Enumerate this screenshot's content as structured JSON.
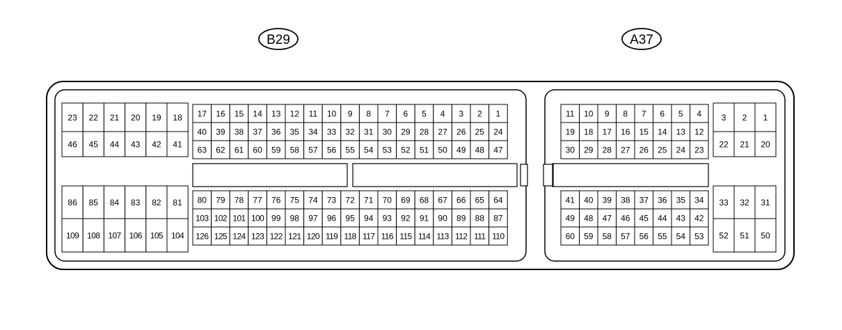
{
  "labels": {
    "left_connector": "B29",
    "right_connector": "A37"
  },
  "b29": {
    "left_top": [
      [
        "23",
        "22",
        "21",
        "20",
        "19",
        "18"
      ],
      [
        "46",
        "45",
        "44",
        "43",
        "42",
        "41"
      ]
    ],
    "left_bottom": [
      [
        "86",
        "85",
        "84",
        "83",
        "82",
        "81"
      ],
      [
        "109",
        "108",
        "107",
        "106",
        "105",
        "104"
      ]
    ],
    "main_top": [
      [
        "17",
        "16",
        "15",
        "14",
        "13",
        "12",
        "11",
        "10",
        "9",
        "8",
        "7",
        "6",
        "5",
        "4",
        "3",
        "2",
        "1"
      ],
      [
        "40",
        "39",
        "38",
        "37",
        "36",
        "35",
        "34",
        "33",
        "32",
        "31",
        "30",
        "29",
        "28",
        "27",
        "26",
        "25",
        "24"
      ],
      [
        "63",
        "62",
        "61",
        "60",
        "59",
        "58",
        "57",
        "56",
        "55",
        "54",
        "53",
        "52",
        "51",
        "50",
        "49",
        "48",
        "47"
      ]
    ],
    "main_bottom": [
      [
        "80",
        "79",
        "78",
        "77",
        "76",
        "75",
        "74",
        "73",
        "72",
        "71",
        "70",
        "69",
        "68",
        "67",
        "66",
        "65",
        "64"
      ],
      [
        "103",
        "102",
        "101",
        "100",
        "99",
        "98",
        "97",
        "96",
        "95",
        "94",
        "93",
        "92",
        "91",
        "90",
        "89",
        "88",
        "87"
      ],
      [
        "126",
        "125",
        "124",
        "123",
        "122",
        "121",
        "120",
        "119",
        "118",
        "117",
        "116",
        "115",
        "114",
        "113",
        "112",
        "111",
        "110"
      ]
    ]
  },
  "a37": {
    "main_top": [
      [
        "11",
        "10",
        "9",
        "8",
        "7",
        "6",
        "5",
        "4"
      ],
      [
        "19",
        "18",
        "17",
        "16",
        "15",
        "14",
        "13",
        "12"
      ],
      [
        "30",
        "29",
        "28",
        "27",
        "26",
        "25",
        "24",
        "23"
      ]
    ],
    "main_bottom": [
      [
        "41",
        "40",
        "39",
        "38",
        "37",
        "36",
        "35",
        "34"
      ],
      [
        "49",
        "48",
        "47",
        "46",
        "45",
        "44",
        "43",
        "42"
      ],
      [
        "60",
        "59",
        "58",
        "57",
        "56",
        "55",
        "54",
        "53"
      ]
    ],
    "right_top": [
      [
        "3",
        "2",
        "1"
      ],
      [
        "22",
        "21",
        "20"
      ]
    ],
    "right_bottom": [
      [
        "33",
        "32",
        "31"
      ],
      [
        "52",
        "51",
        "50"
      ]
    ]
  }
}
